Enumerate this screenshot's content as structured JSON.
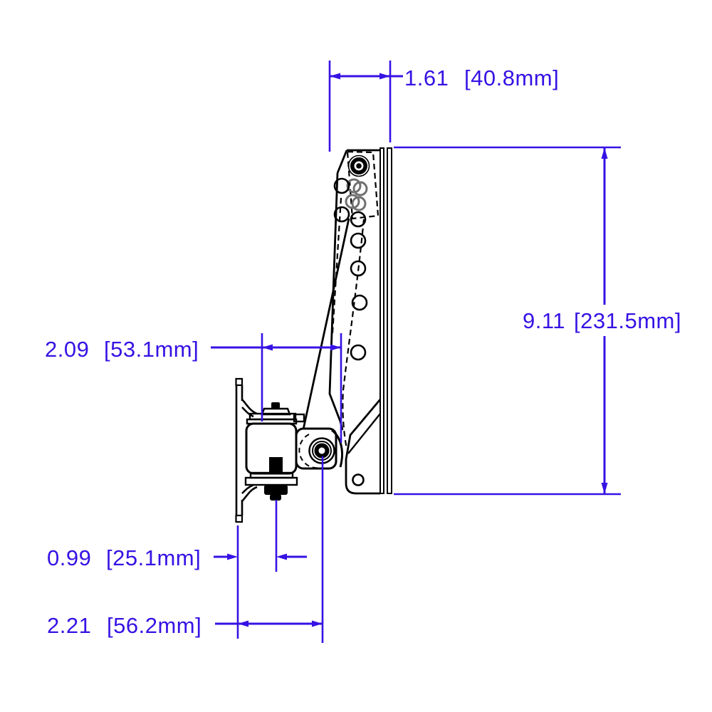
{
  "page": {
    "description": "Side-view CAD dimension drawing of a tilting wall-mount bracket",
    "background": "#ffffff"
  },
  "colors": {
    "dimension_blue": "#3712e4",
    "geometry_black": "#000000",
    "hidden_gray": "#707070"
  },
  "dimensions": {
    "top_depth": {
      "inches": "1.61",
      "mm": "[40.8mm]"
    },
    "plate_height": {
      "inches": "9.11",
      "mm": "[231.5mm]"
    },
    "upper_offset": {
      "inches": "2.09",
      "mm": "[53.1mm]"
    },
    "wall_to_hinge": {
      "inches": "0.99",
      "mm": "[25.1mm]"
    },
    "wall_to_pivot": {
      "inches": "2.21",
      "mm": "[56.2mm]"
    }
  }
}
